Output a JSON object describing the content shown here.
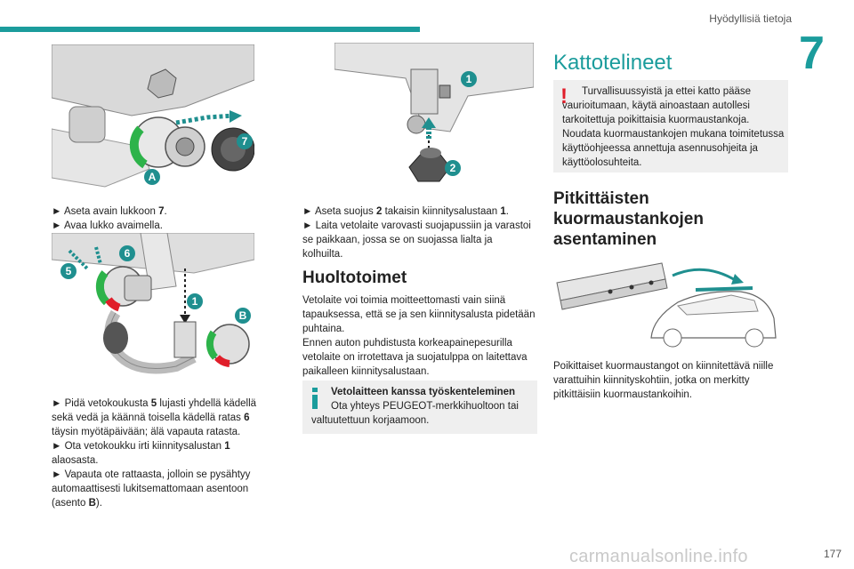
{
  "header": {
    "section_label": "Hyödyllisiä tietoja",
    "chapter_number": "7"
  },
  "figures": {
    "fig1": {
      "callouts": [
        "7",
        "A"
      ]
    },
    "fig2": {
      "callouts": [
        "1",
        "2"
      ]
    },
    "fig3": {
      "callouts": [
        "5",
        "6",
        "1",
        "B"
      ]
    }
  },
  "col1": {
    "steps_a": [
      {
        "pre": "► Aseta avain lukkoon ",
        "b": "7",
        "post": "."
      },
      {
        "pre": "► Avaa lukko avaimella.",
        "b": "",
        "post": ""
      }
    ],
    "steps_b": [
      {
        "pre": "► Pidä vetokoukusta ",
        "b": "5",
        "post": " lujasti yhdellä kädellä sekä vedä ja käännä toisella kädellä ratas "
      },
      {
        "pre": "",
        "b": "6",
        "post": " täysin myötäpäivään; älä vapauta ratasta."
      },
      {
        "pre": "► Ota vetokoukku irti kiinnitysalustan ",
        "b": "1",
        "post": " alaosasta."
      },
      {
        "pre": "► Vapauta ote rattaasta, jolloin se pysähtyy automaattisesti lukitsemattomaan asentoon (asento ",
        "b": "B",
        "post": ")."
      }
    ]
  },
  "col2": {
    "steps": [
      {
        "pre": "► Aseta suojus ",
        "b": "2",
        "post": " takaisin kiinnitysalustaan "
      },
      {
        "pre": "",
        "b": "1",
        "post": "."
      },
      {
        "pre": "► Laita vetolaite varovasti suojapussiin ja varastoi se paikkaan, jossa se on suojassa lialta ja kolhuilta.",
        "b": "",
        "post": ""
      }
    ],
    "maintenance_title": "Huoltotoimet",
    "maintenance_p1": "Vetolaite voi toimia moitteettomasti vain siinä tapauksessa, että se ja sen kiinnitysalusta pidetään puhtaina.",
    "maintenance_p2": "Ennen auton puhdistusta korkeapainepesurilla vetolaite on irrotettava ja suojatulppa on laitettava paikalleen kiinnitysalustaan.",
    "info_title": "Vetolaitteen kanssa työskenteleminen",
    "info_text": "Ota yhteys PEUGEOT-merkkihuoltoon tai valtuutettuun korjaamoon."
  },
  "col3": {
    "title": "Kattotelineet",
    "warning_text": "Turvallisuussyistä ja ettei katto pääse vaurioitumaan, käytä ainoastaan autollesi tarkoitettuja poikittaisia kuormaustankoja. Noudata kuormaustankojen mukana toimitetussa käyttöohjeessa annettuja asennusohjeita ja käyttöolosuhteita.",
    "subtitle": "Pitkittäisten kuormaustankojen asentaminen",
    "paragraph": "Poikittaiset kuormaustangot on kiinnitettävä niille varattuihin kiinnityskohtiin, jotka on merkitty pitkittäisiin kuormaustankoihin."
  },
  "footer": {
    "page_number": "177",
    "watermark": "carmanualsonline.info"
  },
  "colors": {
    "accent": "#1b9c9c",
    "callout": "#1f8f8f",
    "green": "#2db34a",
    "red": "#e01e2a"
  }
}
